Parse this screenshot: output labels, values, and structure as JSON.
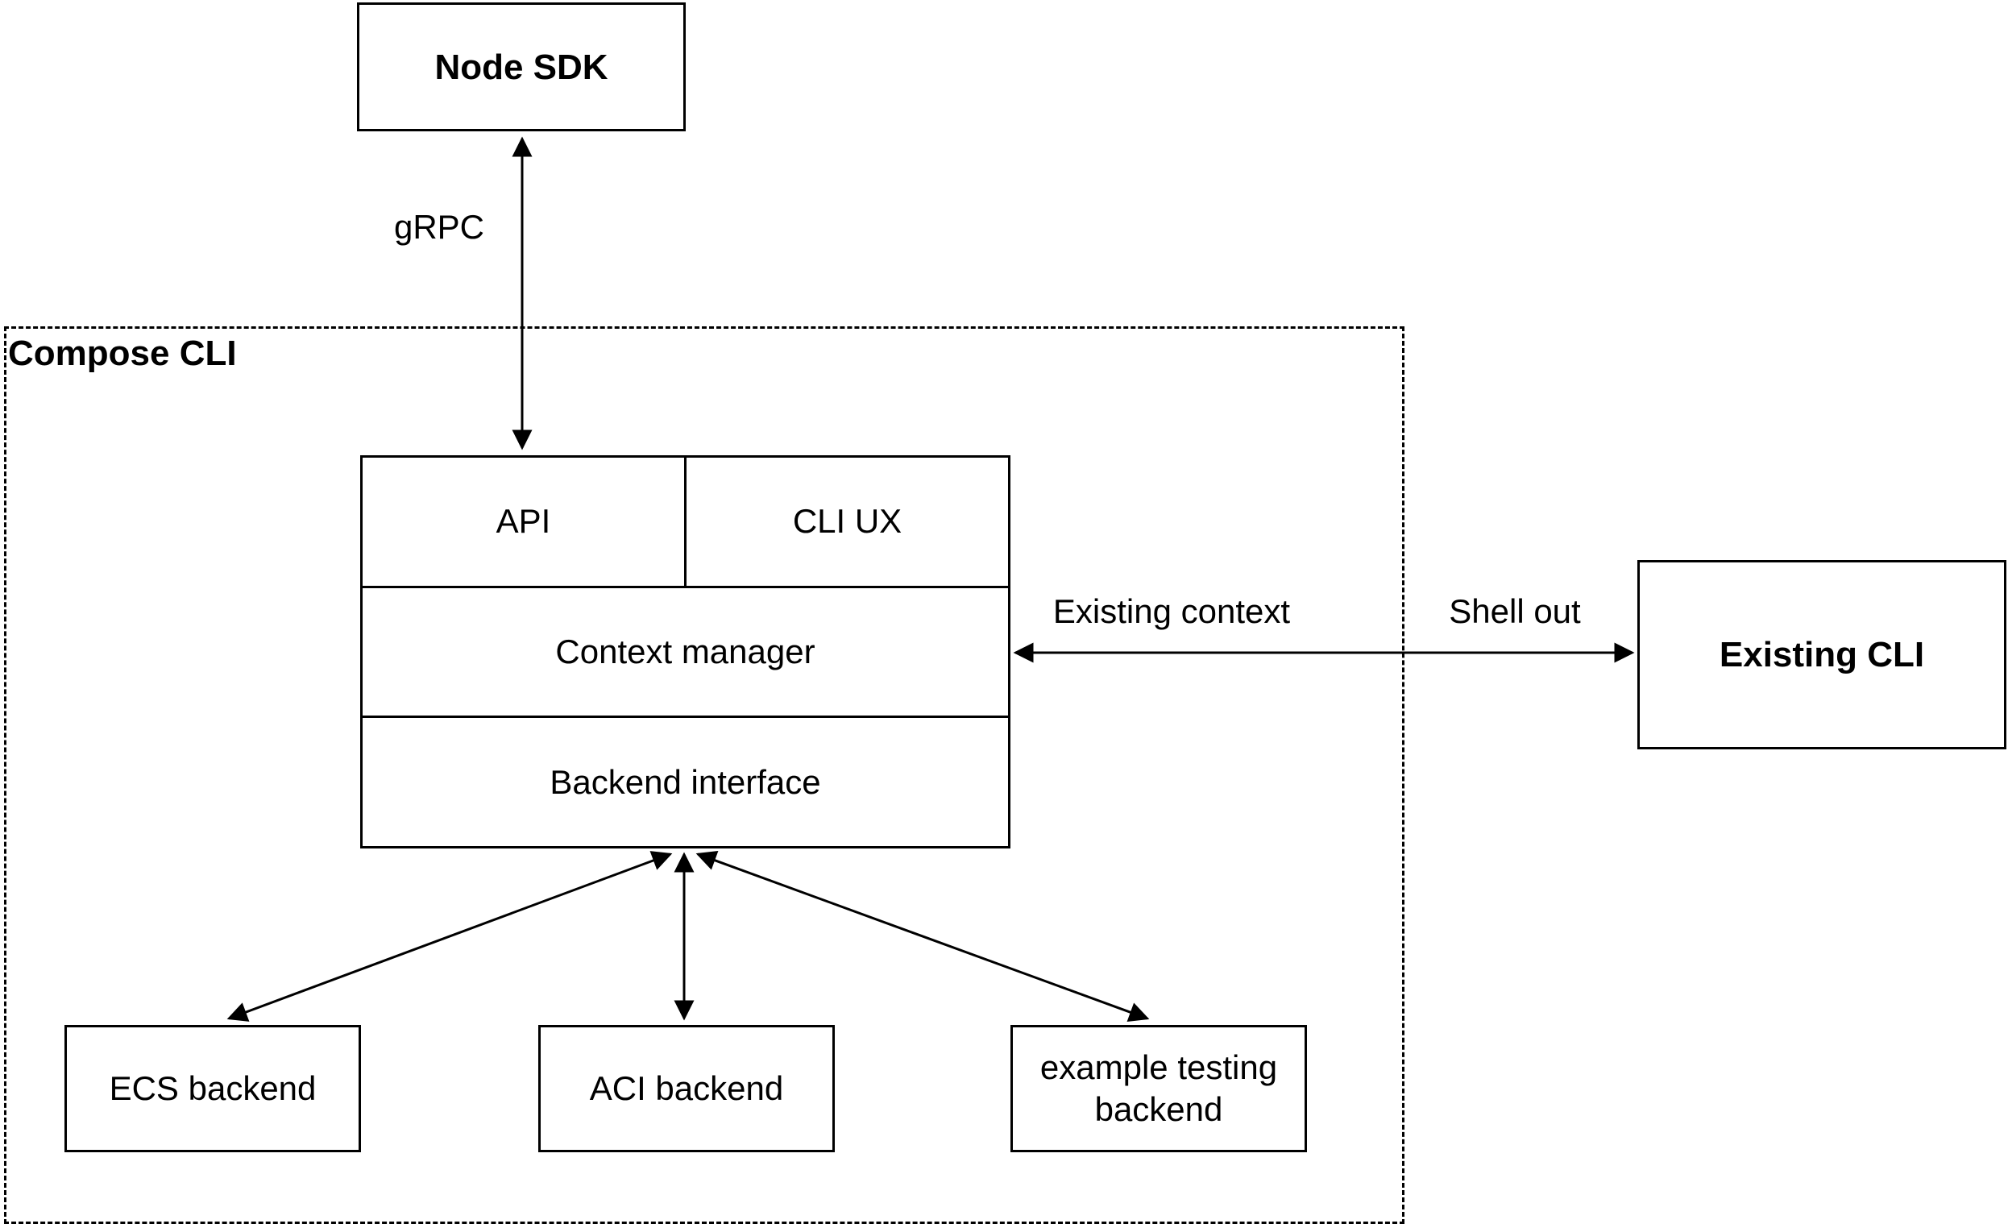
{
  "diagram": {
    "container": {
      "label": "Compose CLI"
    },
    "nodes": {
      "node_sdk": {
        "label": "Node SDK"
      },
      "api": {
        "label": "API"
      },
      "cli_ux": {
        "label": "CLI UX"
      },
      "context_manager": {
        "label": "Context manager"
      },
      "backend_interface": {
        "label": "Backend interface"
      },
      "existing_cli": {
        "label": "Existing CLI"
      },
      "ecs_backend": {
        "label": "ECS backend"
      },
      "aci_backend": {
        "label": "ACI backend"
      },
      "example_testing_backend": {
        "label": "example testing backend"
      }
    },
    "edges": {
      "grpc": {
        "from": "Node SDK",
        "to": "API",
        "label": "gRPC",
        "arrows": "both"
      },
      "context_existing_cli": {
        "from": "Context manager",
        "to": "Existing CLI",
        "label_left": "Existing context",
        "label_right": "Shell out",
        "arrows": "both"
      },
      "backend_ecs": {
        "from": "Backend interface",
        "to": "ECS backend",
        "arrows": "both"
      },
      "backend_aci": {
        "from": "Backend interface",
        "to": "ACI backend",
        "arrows": "both"
      },
      "backend_example": {
        "from": "Backend interface",
        "to": "example testing backend",
        "arrows": "both"
      }
    },
    "colors": {
      "stroke": "#000000",
      "background": "#ffffff",
      "text": "#000000"
    }
  }
}
